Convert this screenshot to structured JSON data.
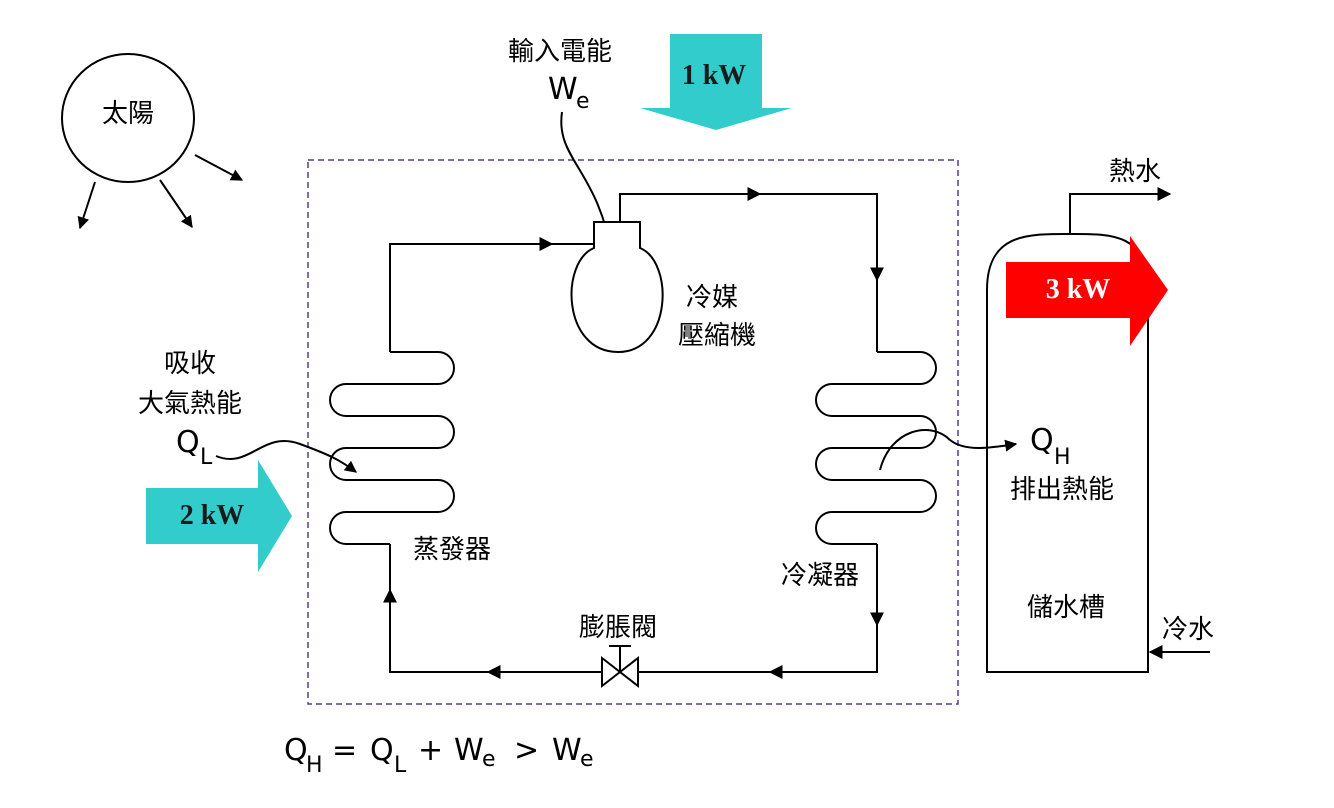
{
  "sun": {
    "label": "太陽"
  },
  "work_input": {
    "label": "輸入電能",
    "symbol": "W",
    "subscript": "e",
    "power": "1 kW"
  },
  "compressor": {
    "label_line1": "冷媒",
    "label_line2": "壓縮機"
  },
  "absorb": {
    "label_line1": "吸收",
    "label_line2": "大氣熱能",
    "symbol": "Q",
    "subscript": "L",
    "power": "2 kW"
  },
  "evaporator": {
    "label": "蒸發器"
  },
  "condenser": {
    "label": "冷凝器"
  },
  "expansion_valve": {
    "label": "膨脹閥"
  },
  "release": {
    "symbol": "Q",
    "subscript": "H",
    "label": "排出熱能",
    "power": "3 kW"
  },
  "tank": {
    "label": "儲水槽",
    "hot_water": "熱水",
    "cold_water": "冷水"
  },
  "equation": {
    "qh": "Q",
    "qh_sub": "H",
    "eq": "=",
    "ql": "Q",
    "ql_sub": "L",
    "plus": "+",
    "we": "W",
    "we_sub": "e",
    "gt": ">",
    "we2": "W",
    "we2_sub": "e"
  },
  "colors": {
    "cool_arrow": "#33cccc",
    "hot_arrow": "#ff0000",
    "boundary": "#5b3c8c"
  }
}
